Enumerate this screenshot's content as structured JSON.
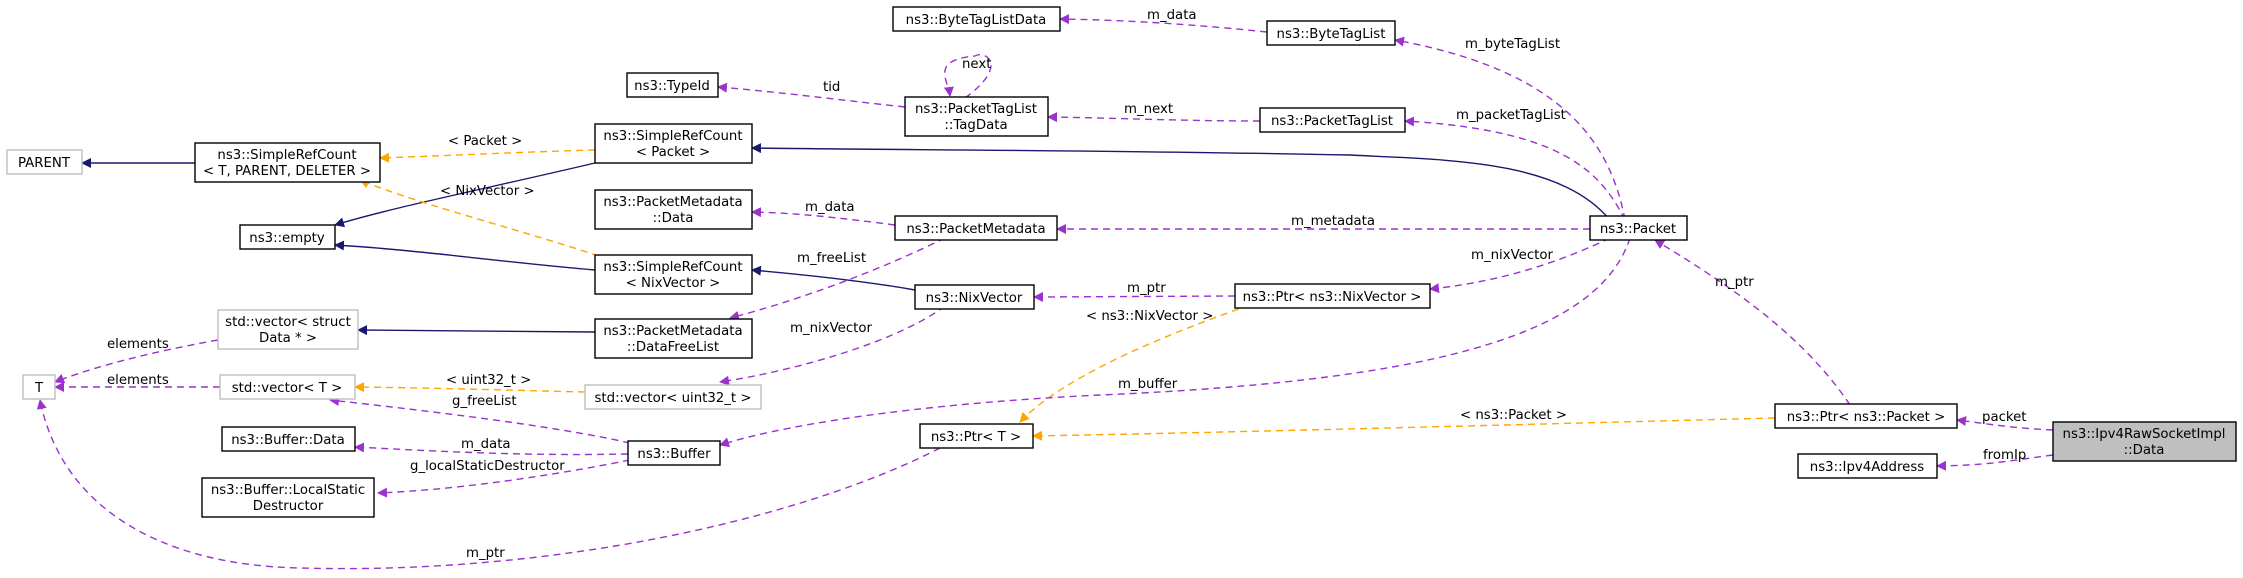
{
  "colors": {
    "inheritance_edge": "#191970",
    "member_edge": "#9a32cd",
    "template_edge": "#ffa500",
    "focus_node_fill": "#bfbfbf",
    "external_node_border": "#bfbfbf"
  },
  "nodes": {
    "bytetaglistdata": {
      "lines": [
        "ns3::ByteTagListData"
      ]
    },
    "bytetaglist": {
      "lines": [
        "ns3::ByteTagList"
      ]
    },
    "typeid": {
      "lines": [
        "ns3::TypeId"
      ]
    },
    "tagdata": {
      "lines": [
        "ns3::PacketTagList",
        "::TagData"
      ]
    },
    "packettaglist": {
      "lines": [
        "ns3::PacketTagList"
      ]
    },
    "parent": {
      "lines": [
        "PARENT"
      ]
    },
    "simplerefcount": {
      "lines": [
        "ns3::SimpleRefCount",
        "< T, PARENT, DELETER >"
      ]
    },
    "src_packet": {
      "lines": [
        "ns3::SimpleRefCount",
        "< Packet >"
      ]
    },
    "empty": {
      "lines": [
        "ns3::empty"
      ]
    },
    "pm_data": {
      "lines": [
        "ns3::PacketMetadata",
        "::Data"
      ]
    },
    "packetmetadata": {
      "lines": [
        "ns3::PacketMetadata"
      ]
    },
    "packet": {
      "lines": [
        "ns3::Packet"
      ]
    },
    "src_nixvector": {
      "lines": [
        "ns3::SimpleRefCount",
        "< NixVector >"
      ]
    },
    "nixvector": {
      "lines": [
        "ns3::NixVector"
      ]
    },
    "ptr_nixvector": {
      "lines": [
        "ns3::Ptr< ns3::NixVector >"
      ]
    },
    "vec_struct_data": {
      "lines": [
        "std::vector< struct",
        "Data * >"
      ]
    },
    "datafreelist": {
      "lines": [
        "ns3::PacketMetadata",
        "::DataFreeList"
      ]
    },
    "t": {
      "lines": [
        "T"
      ]
    },
    "vector_t": {
      "lines": [
        "std::vector< T >"
      ]
    },
    "vector_uint32": {
      "lines": [
        "std::vector< uint32_t >"
      ]
    },
    "ptr_packet": {
      "lines": [
        "ns3::Ptr< ns3::Packet >"
      ]
    },
    "ipv4rawdata": {
      "lines": [
        "ns3::Ipv4RawSocketImpl",
        "::Data"
      ]
    },
    "ipv4address": {
      "lines": [
        "ns3::Ipv4Address"
      ]
    },
    "buffer_data": {
      "lines": [
        "ns3::Buffer::Data"
      ]
    },
    "buffer": {
      "lines": [
        "ns3::Buffer"
      ]
    },
    "ptr_t": {
      "lines": [
        "ns3::Ptr< T >"
      ]
    },
    "localstatic": {
      "lines": [
        "ns3::Buffer::LocalStatic",
        "Destructor"
      ]
    }
  },
  "edge_labels": {
    "m_data_btl": "m_data",
    "m_bytetaglist": "m_byteTagList",
    "tid": "tid",
    "next": "next",
    "m_next": "m_next",
    "m_packettaglist": "m_packetTagList",
    "packet_tpl": "< Packet >",
    "nixvector_tpl": "< NixVector >",
    "m_data_pm": "m_data",
    "m_metadata": "m_metadata",
    "m_freelist": "m_freeList",
    "m_nixvector_pkt": "m_nixVector",
    "m_ptr_nix": "m_ptr",
    "m_nixvector_vec": "m_nixVector",
    "ns3_nixvector_tpl": "< ns3::NixVector >",
    "m_ptr_pkt": "m_ptr",
    "elements_1": "elements",
    "elements_2": "elements",
    "uint32_tpl": "< uint32_t >",
    "m_buffer": "m_buffer",
    "ns3_packet_tpl": "< ns3::Packet >",
    "packet_member": "packet",
    "fromip": "fromIp",
    "g_freelist": "g_freeList",
    "m_data_buf": "m_data",
    "g_localstatic": "g_localStaticDestructor",
    "m_ptr_t": "m_ptr"
  }
}
